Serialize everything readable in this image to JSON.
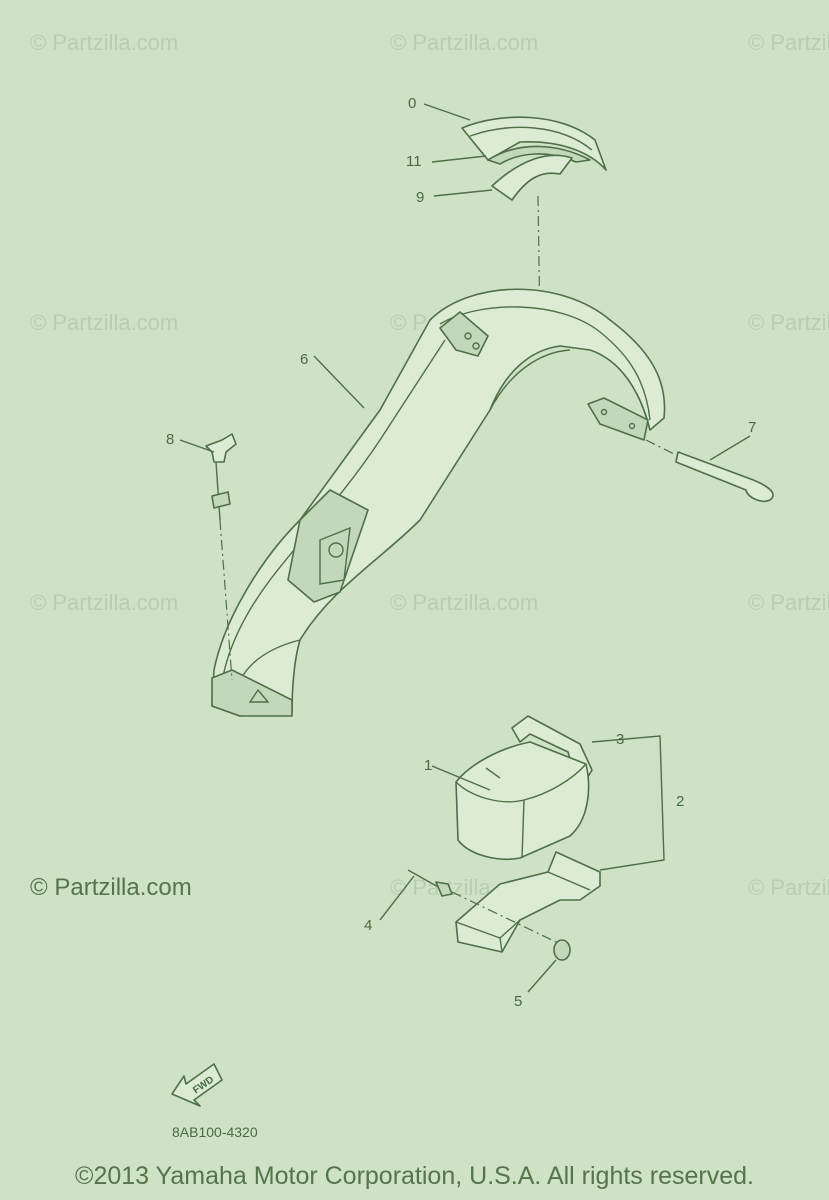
{
  "watermark": "© Partzilla.com",
  "callouts": {
    "c0": "0",
    "c11": "11",
    "c9": "9",
    "c6": "6",
    "c7": "7",
    "c8": "8",
    "c1": "1",
    "c3": "3",
    "c2": "2",
    "c4": "4",
    "c5": "5"
  },
  "fwd_label": "FWD",
  "diagram_code": "8AB100-4320",
  "copyright": "©2013 Yamaha Motor Corporation, U.S.A. All rights reserved.",
  "colors": {
    "background": "#cfe2c6",
    "ink": "#4f6f47",
    "watermark": "#b9ceb1"
  }
}
